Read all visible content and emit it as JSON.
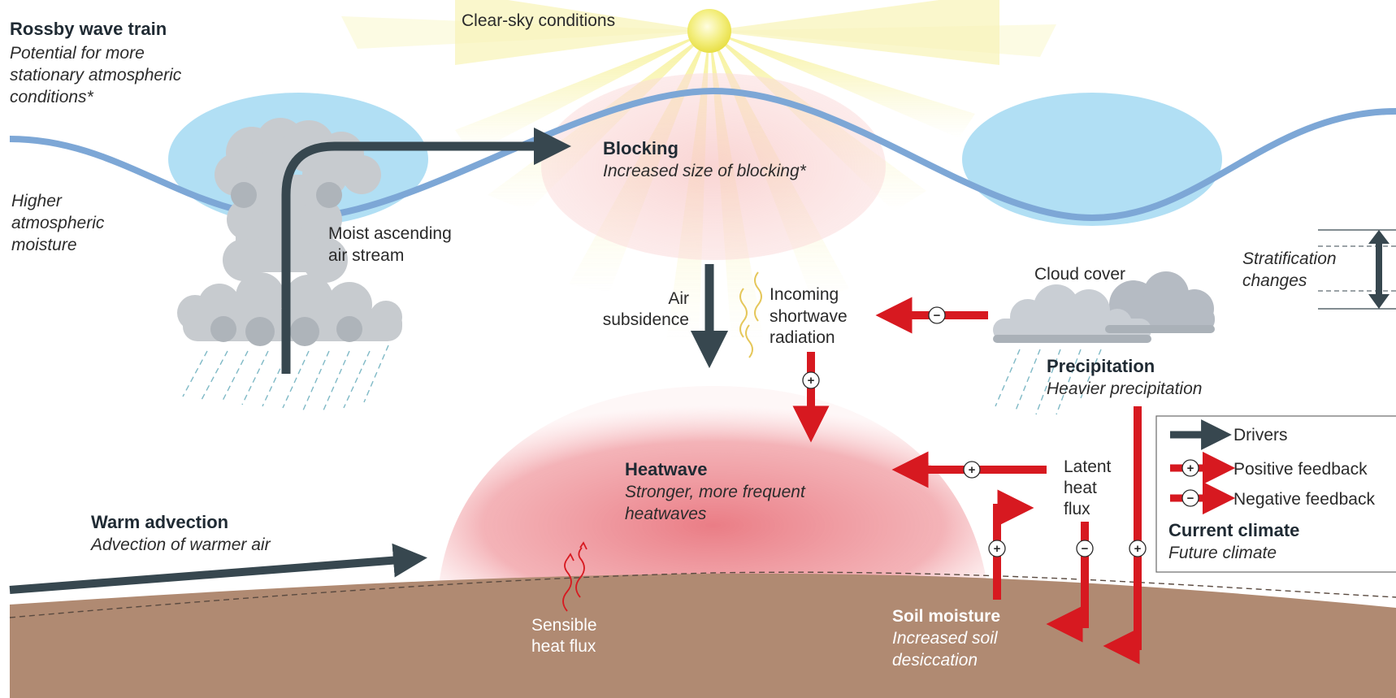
{
  "clear_sky": "Clear-sky conditions",
  "rossby": {
    "title": "Rossby wave train",
    "line1": "Potential for more",
    "line2": "stationary atmospheric",
    "line3": "conditions*"
  },
  "moisture": {
    "line1": "Higher",
    "line2": "atmospheric",
    "line3": "moisture"
  },
  "moist_stream": {
    "line1": "Moist ascending",
    "line2": "air stream"
  },
  "blocking": {
    "title": "Blocking",
    "subtitle": "Increased size of blocking*"
  },
  "subsidence": {
    "line1": "Air",
    "line2": "subsidence"
  },
  "shortwave": {
    "line1": "Incoming",
    "line2": "shortwave",
    "line3": "radiation"
  },
  "cloud_cover": "Cloud cover",
  "stratification": {
    "line1": "Stratification",
    "line2": "changes"
  },
  "precipitation": {
    "title": "Precipitation",
    "subtitle": "Heavier precipitation"
  },
  "heatwave": {
    "title": "Heatwave",
    "line1": "Stronger, more frequent",
    "line2": "heatwaves"
  },
  "latent": {
    "line1": "Latent",
    "line2": "heat",
    "line3": "flux"
  },
  "warm_advection": {
    "title": "Warm advection",
    "subtitle": "Advection of warmer air"
  },
  "sensible": {
    "line1": "Sensible",
    "line2": "heat flux"
  },
  "soil": {
    "title": "Soil moisture",
    "line1": "Increased soil",
    "line2": "desiccation"
  },
  "legend": {
    "drivers": "Drivers",
    "positive": "Positive feedback",
    "negative": "Negative feedback",
    "current": "Current climate",
    "future": "Future climate"
  },
  "signs": {
    "plus": "+",
    "minus": "−"
  },
  "colors": {
    "driver": "#37474f",
    "feedback": "#d71920",
    "ground": "#b08a72",
    "jet": "#7da7d6",
    "sky_blue": "#a9dcf3",
    "heat": "#ec7f86"
  }
}
